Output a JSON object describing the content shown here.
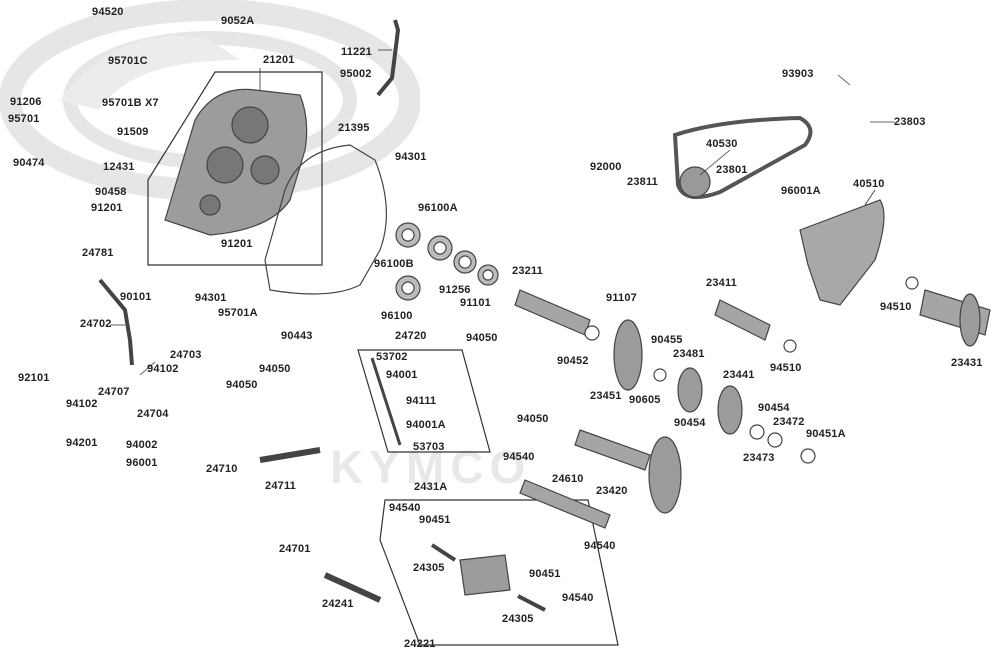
{
  "diagram": {
    "brand": "KYMCO",
    "colors": {
      "line": "#333333",
      "part": "#555555",
      "watermark": "#e6e6e6",
      "fill": "#9a9a9a"
    },
    "labels": [
      {
        "id": "94520",
        "text": "94520"
      },
      {
        "id": "9052A",
        "text": "9052A"
      },
      {
        "id": "95701C",
        "text": "95701C"
      },
      {
        "id": "21201",
        "text": "21201"
      },
      {
        "id": "11221",
        "text": "11221"
      },
      {
        "id": "95002",
        "text": "95002"
      },
      {
        "id": "93903",
        "text": "93903"
      },
      {
        "id": "91206",
        "text": "91206"
      },
      {
        "id": "95701B",
        "text": "95701B  X7"
      },
      {
        "id": "95701",
        "text": "95701"
      },
      {
        "id": "91509",
        "text": "91509"
      },
      {
        "id": "21395",
        "text": "21395"
      },
      {
        "id": "23803",
        "text": "23803"
      },
      {
        "id": "40530",
        "text": "40530"
      },
      {
        "id": "94301a",
        "text": "94301"
      },
      {
        "id": "92000",
        "text": "92000"
      },
      {
        "id": "23801",
        "text": "23801"
      },
      {
        "id": "90474",
        "text": "90474"
      },
      {
        "id": "12431",
        "text": "12431"
      },
      {
        "id": "23811",
        "text": "23811"
      },
      {
        "id": "90458",
        "text": "90458"
      },
      {
        "id": "91201a",
        "text": "91201"
      },
      {
        "id": "96001A",
        "text": "96001A"
      },
      {
        "id": "40510",
        "text": "40510"
      },
      {
        "id": "96100A",
        "text": "96100A"
      },
      {
        "id": "91201b",
        "text": "91201"
      },
      {
        "id": "24781",
        "text": "24781"
      },
      {
        "id": "96100B",
        "text": "96100B"
      },
      {
        "id": "23211",
        "text": "23211"
      },
      {
        "id": "91256",
        "text": "91256"
      },
      {
        "id": "23411",
        "text": "23411"
      },
      {
        "id": "90101",
        "text": "90101"
      },
      {
        "id": "94301b",
        "text": "94301"
      },
      {
        "id": "91101",
        "text": "91101"
      },
      {
        "id": "91107",
        "text": "91107"
      },
      {
        "id": "94510a",
        "text": "94510"
      },
      {
        "id": "24702",
        "text": "24702"
      },
      {
        "id": "95701A",
        "text": "95701A"
      },
      {
        "id": "96100",
        "text": "96100"
      },
      {
        "id": "24720",
        "text": "24720"
      },
      {
        "id": "90443",
        "text": "90443"
      },
      {
        "id": "94050a",
        "text": "94050"
      },
      {
        "id": "90455",
        "text": "90455"
      },
      {
        "id": "23431",
        "text": "23431"
      },
      {
        "id": "24703",
        "text": "24703"
      },
      {
        "id": "53702",
        "text": "53702"
      },
      {
        "id": "90452",
        "text": "90452"
      },
      {
        "id": "23481",
        "text": "23481"
      },
      {
        "id": "94510b",
        "text": "94510"
      },
      {
        "id": "92101",
        "text": "92101"
      },
      {
        "id": "94102a",
        "text": "94102"
      },
      {
        "id": "94050b",
        "text": "94050"
      },
      {
        "id": "94001",
        "text": "94001"
      },
      {
        "id": "23451",
        "text": "23451"
      },
      {
        "id": "23441",
        "text": "23441"
      },
      {
        "id": "24707",
        "text": "24707"
      },
      {
        "id": "94050c",
        "text": "94050"
      },
      {
        "id": "94111",
        "text": "94111"
      },
      {
        "id": "90605",
        "text": "90605"
      },
      {
        "id": "94102b",
        "text": "94102"
      },
      {
        "id": "24704",
        "text": "24704"
      },
      {
        "id": "94001A",
        "text": "94001A"
      },
      {
        "id": "90454a",
        "text": "90454"
      },
      {
        "id": "90454b",
        "text": "90454"
      },
      {
        "id": "23472",
        "text": "23472"
      },
      {
        "id": "94050d",
        "text": "94050"
      },
      {
        "id": "53703",
        "text": "53703"
      },
      {
        "id": "94201",
        "text": "94201"
      },
      {
        "id": "94002",
        "text": "94002"
      },
      {
        "id": "90451A",
        "text": "90451A"
      },
      {
        "id": "23473",
        "text": "23473"
      },
      {
        "id": "96001",
        "text": "96001"
      },
      {
        "id": "24710",
        "text": "24710"
      },
      {
        "id": "94540a",
        "text": "94540"
      },
      {
        "id": "24610",
        "text": "24610"
      },
      {
        "id": "23420",
        "text": "23420"
      },
      {
        "id": "24711",
        "text": "24711"
      },
      {
        "id": "2431A",
        "text": "2431A"
      },
      {
        "id": "94540b",
        "text": "94540"
      },
      {
        "id": "90451a",
        "text": "90451"
      },
      {
        "id": "94540c",
        "text": "94540"
      },
      {
        "id": "24701",
        "text": "24701"
      },
      {
        "id": "24305a",
        "text": "24305"
      },
      {
        "id": "90451b",
        "text": "90451"
      },
      {
        "id": "94540d",
        "text": "94540"
      },
      {
        "id": "24241",
        "text": "24241"
      },
      {
        "id": "24305b",
        "text": "24305"
      },
      {
        "id": "24221",
        "text": "24221"
      }
    ]
  }
}
